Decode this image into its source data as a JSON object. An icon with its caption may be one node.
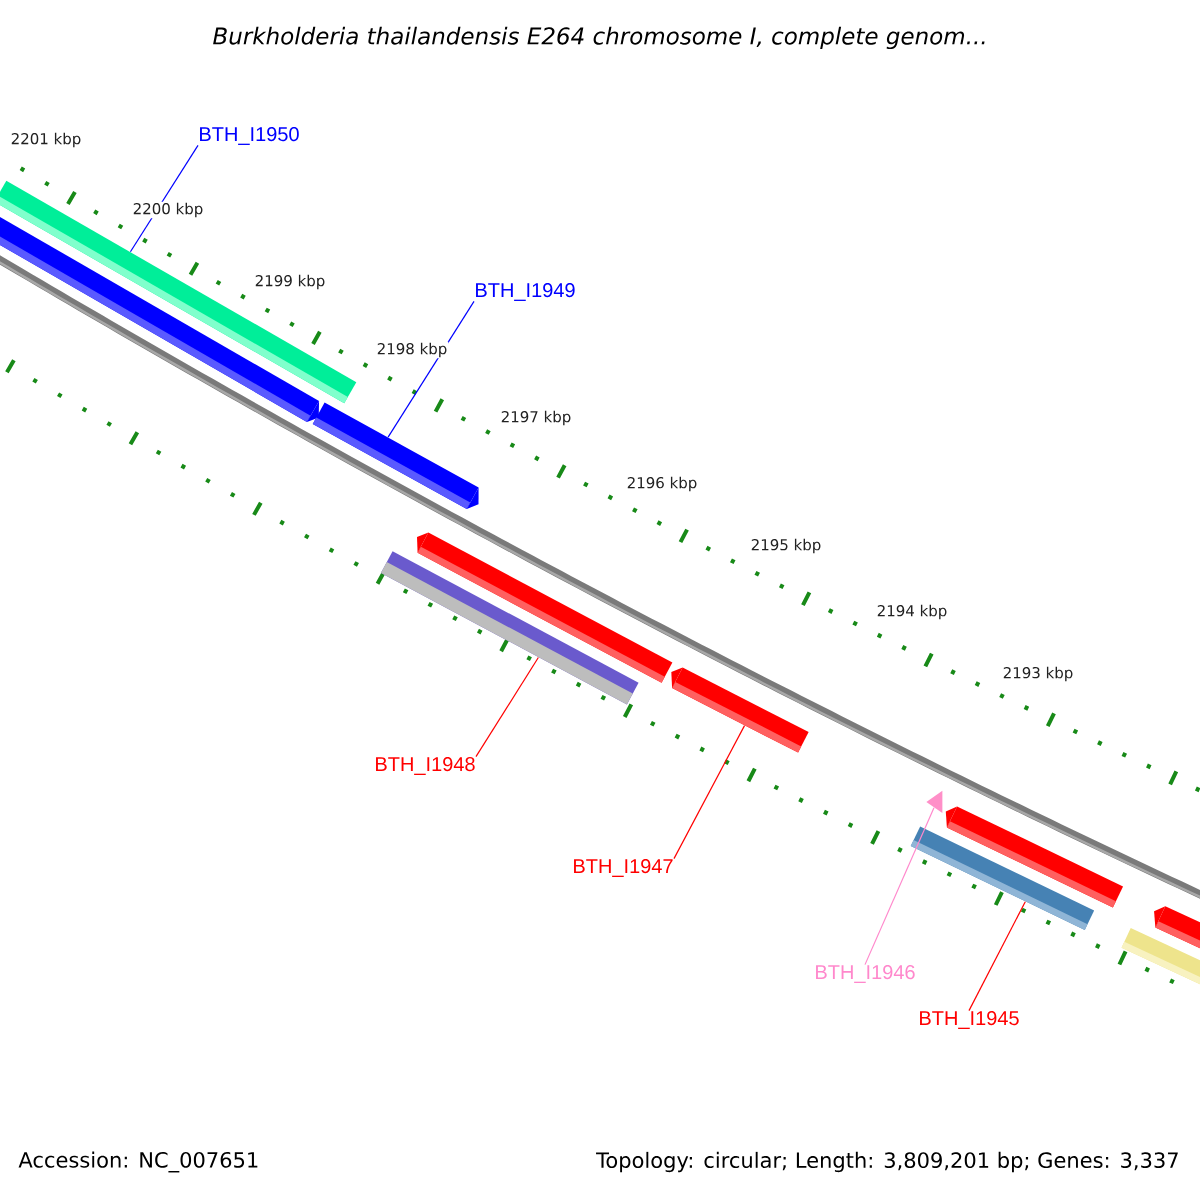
{
  "diagram": {
    "title": "Burkholderia thailandensis E264 chromosome I, complete genom...",
    "nodes": [
      {
        "text": [
          "BTH_I1950"
        ]
      },
      {
        "text": [
          "BTH_I1949"
        ]
      },
      {
        "text": [
          "BTH_I1948"
        ]
      },
      {
        "text": [
          "BTH_I1947"
        ]
      },
      {
        "text": [
          "BTH_I1946"
        ]
      },
      {
        "text": [
          "BTH_I1945"
        ]
      },
      {
        "text": [],
        "shape": "bar"
      },
      {
        "text": [],
        "shape": "bar"
      },
      {
        "text": [],
        "shape": "bar"
      },
      {
        "text": [],
        "shape": "bar"
      },
      {
        "text": [],
        "shape": "triangle"
      },
      {
        "text": [],
        "shape": "bar"
      }
    ],
    "edges": [
      {
        "from": 0,
        "to": 6,
        "arrow": "none",
        "color": "#0000ff"
      },
      {
        "from": 1,
        "to": 7,
        "arrow": "none",
        "color": "#0000ff"
      },
      {
        "from": 2,
        "to": 8,
        "arrow": "none"
      },
      {
        "from": 3,
        "to": 9,
        "arrow": "none"
      },
      {
        "from": 4,
        "to": 10,
        "arrow": "none",
        "color": "#ff88cc"
      },
      {
        "from": 5,
        "to": 11,
        "arrow": "none"
      }
    ],
    "labels": [
      "2201 kbp",
      "2200 kbp",
      "2199 kbp",
      "2198 kbp",
      "2197 kbp",
      "2196 kbp",
      "2195 kbp",
      "2194 kbp",
      "2193 kbp",
      "Accession: NC_007651",
      "Topology: circular; Length: 3,809,201 bp; Genes: 3,337"
    ]
  }
}
